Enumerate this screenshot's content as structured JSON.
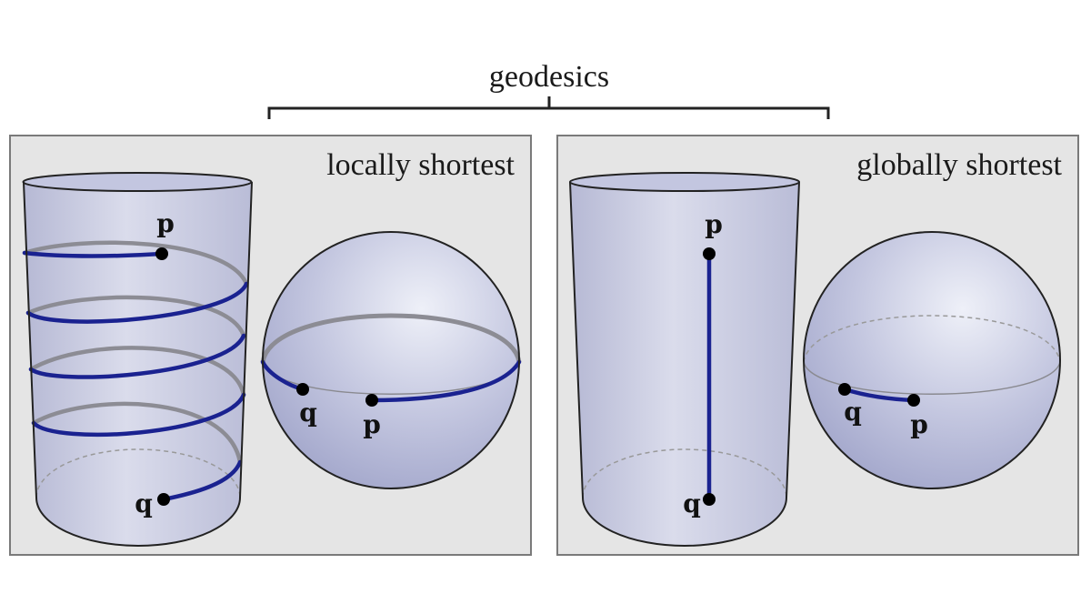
{
  "header": {
    "label": "geodesics"
  },
  "panels": [
    {
      "title": "locally shortest"
    },
    {
      "title": "globally shortest"
    }
  ],
  "points": {
    "p": "p",
    "q": "q"
  },
  "colors": {
    "geodesic": "#1a2290",
    "back_curve": "#8c8c94",
    "panel_fill": "#e5e5e5",
    "surface_fill": "#b7bad8"
  }
}
